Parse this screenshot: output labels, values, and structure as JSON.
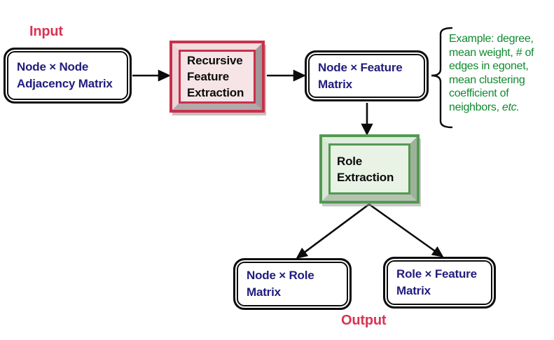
{
  "labels": {
    "input": "Input",
    "output": "Output"
  },
  "nodes": {
    "adjacency": {
      "line1": "Node × Node",
      "line2": "Adjacency Matrix"
    },
    "recursive": {
      "line1": "Recursive",
      "line2": "Feature",
      "line3": "Extraction"
    },
    "feature": {
      "line1": "Node × Feature",
      "line2": "Matrix"
    },
    "role_extraction": {
      "line1": "Role",
      "line2": "Extraction"
    },
    "node_role": {
      "line1": "Node × Role",
      "line2": "Matrix"
    },
    "role_feature": {
      "line1": "Role × Feature",
      "line2": "Matrix"
    }
  },
  "annotation": {
    "lines": [
      "Example: degree,",
      "mean weight, # of",
      "edges in egonet,",
      "mean clustering",
      "coefficient of"
    ],
    "last_line_normal": "neighbors, ",
    "last_line_italic": "etc."
  },
  "colors": {
    "label_red": "#d93352",
    "frame_red": "#c9304a",
    "fill_red": "#f6e4e6",
    "frame_green": "#539952",
    "fill_green": "#e8f2e5",
    "matrix_text_navy": "#201c7d",
    "annotation_green": "#0f8a2f",
    "line_black": "#0b0b0b"
  }
}
